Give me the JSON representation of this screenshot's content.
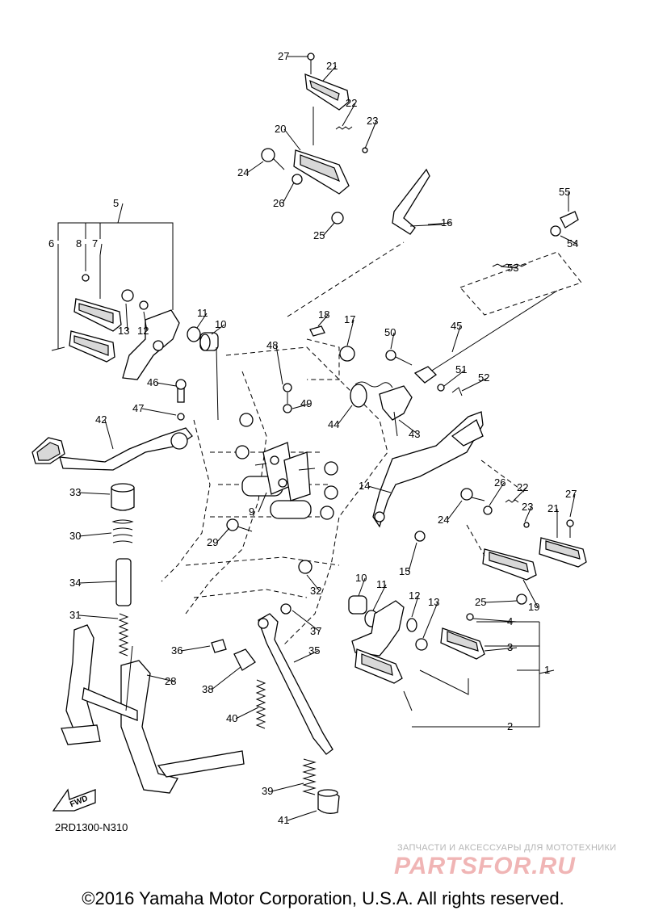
{
  "diagram": {
    "drawing_code": "2RD1300-N310",
    "fwd_label": "FWD",
    "copyright": "©2016 Yamaha Motor Corporation, U.S.A. All rights reserved.",
    "watermark": {
      "shop_text": "ЗАПЧАСТИ И АКСЕССУАРЫ ДЛЯ МОТОТЕХНИКИ",
      "brand": "PARTSFOR.RU"
    },
    "callouts": [
      {
        "id": "c27a",
        "label": "27"
      },
      {
        "id": "c21a",
        "label": "21"
      },
      {
        "id": "c22a",
        "label": "22"
      },
      {
        "id": "c23a",
        "label": "23"
      },
      {
        "id": "c20",
        "label": "20"
      },
      {
        "id": "c24a",
        "label": "24"
      },
      {
        "id": "c26a",
        "label": "26"
      },
      {
        "id": "c25a",
        "label": "25"
      },
      {
        "id": "c16",
        "label": "16"
      },
      {
        "id": "c55",
        "label": "55"
      },
      {
        "id": "c54",
        "label": "54"
      },
      {
        "id": "c53",
        "label": "53"
      },
      {
        "id": "c5",
        "label": "5"
      },
      {
        "id": "c6",
        "label": "6"
      },
      {
        "id": "c8",
        "label": "8"
      },
      {
        "id": "c7",
        "label": "7"
      },
      {
        "id": "c13a",
        "label": "13"
      },
      {
        "id": "c12a",
        "label": "12"
      },
      {
        "id": "c11a",
        "label": "11"
      },
      {
        "id": "c10a",
        "label": "10"
      },
      {
        "id": "c18",
        "label": "18"
      },
      {
        "id": "c17",
        "label": "17"
      },
      {
        "id": "c45",
        "label": "45"
      },
      {
        "id": "c50",
        "label": "50"
      },
      {
        "id": "c51",
        "label": "51"
      },
      {
        "id": "c52",
        "label": "52"
      },
      {
        "id": "c48",
        "label": "48"
      },
      {
        "id": "c46",
        "label": "46"
      },
      {
        "id": "c49",
        "label": "49"
      },
      {
        "id": "c47",
        "label": "47"
      },
      {
        "id": "c44",
        "label": "44"
      },
      {
        "id": "c43",
        "label": "43"
      },
      {
        "id": "c42",
        "label": "42"
      },
      {
        "id": "c14",
        "label": "14"
      },
      {
        "id": "c26b",
        "label": "26"
      },
      {
        "id": "c22b",
        "label": "22"
      },
      {
        "id": "c27b",
        "label": "27"
      },
      {
        "id": "c24b",
        "label": "24"
      },
      {
        "id": "c23b",
        "label": "23"
      },
      {
        "id": "c21b",
        "label": "21"
      },
      {
        "id": "c33",
        "label": "33"
      },
      {
        "id": "c9",
        "label": "9"
      },
      {
        "id": "c30",
        "label": "30"
      },
      {
        "id": "c29",
        "label": "29"
      },
      {
        "id": "c15",
        "label": "15"
      },
      {
        "id": "c25b",
        "label": "25"
      },
      {
        "id": "c19",
        "label": "19"
      },
      {
        "id": "c34",
        "label": "34"
      },
      {
        "id": "c32",
        "label": "32"
      },
      {
        "id": "c10b",
        "label": "10"
      },
      {
        "id": "c11b",
        "label": "11"
      },
      {
        "id": "c12b",
        "label": "12"
      },
      {
        "id": "c13b",
        "label": "13"
      },
      {
        "id": "c4",
        "label": "4"
      },
      {
        "id": "c31",
        "label": "31"
      },
      {
        "id": "c37",
        "label": "37"
      },
      {
        "id": "c3",
        "label": "3"
      },
      {
        "id": "c1",
        "label": "1"
      },
      {
        "id": "c36",
        "label": "36"
      },
      {
        "id": "c35",
        "label": "35"
      },
      {
        "id": "c28",
        "label": "28"
      },
      {
        "id": "c38",
        "label": "38"
      },
      {
        "id": "c2",
        "label": "2"
      },
      {
        "id": "c40",
        "label": "40"
      },
      {
        "id": "c39",
        "label": "39"
      },
      {
        "id": "c41",
        "label": "41"
      }
    ]
  }
}
